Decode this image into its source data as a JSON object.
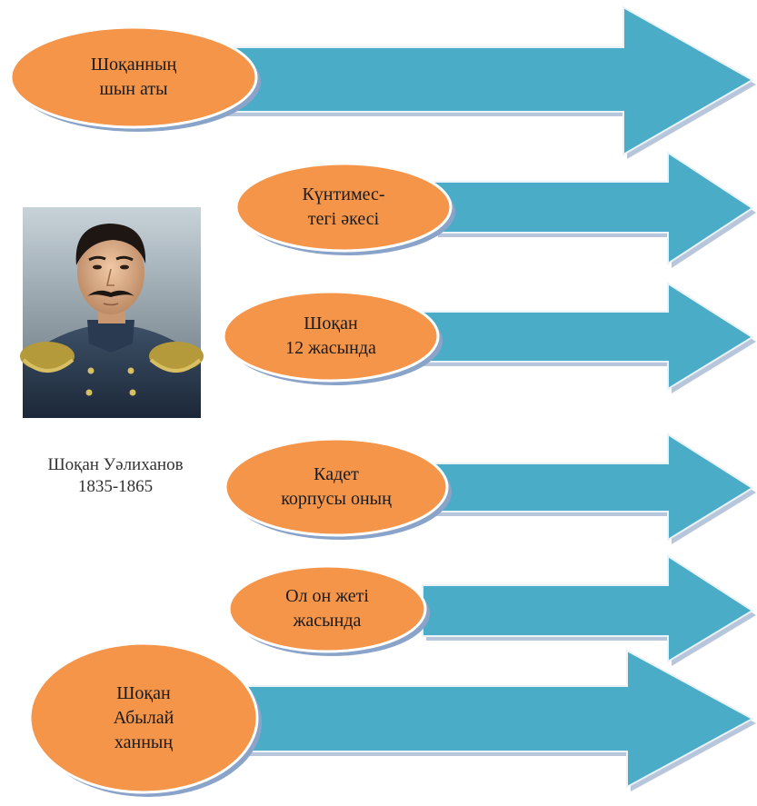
{
  "colors": {
    "oval_fill": "#f4954a",
    "oval_border": "#ffffff",
    "oval_shadow": "#8aa3c9",
    "arrow_fill": "#4aacc6",
    "arrow_border": "#eaf3f8",
    "arrow_shadow": "#9fb3cd"
  },
  "rows": [
    {
      "label": "Шоқанның\nшын аты"
    },
    {
      "label": "Күнтимес-\nтегі әкесі"
    },
    {
      "label": "Шоқан\n12 жасында"
    },
    {
      "label": "Кадет\nкорпусы оның"
    },
    {
      "label": "Ол он жеті\nжасында"
    },
    {
      "label": "Шоқан\nАбылай\nханның"
    }
  ],
  "portrait": {
    "name": "Шоқан Уәлиханов",
    "years": "1835-1865"
  }
}
